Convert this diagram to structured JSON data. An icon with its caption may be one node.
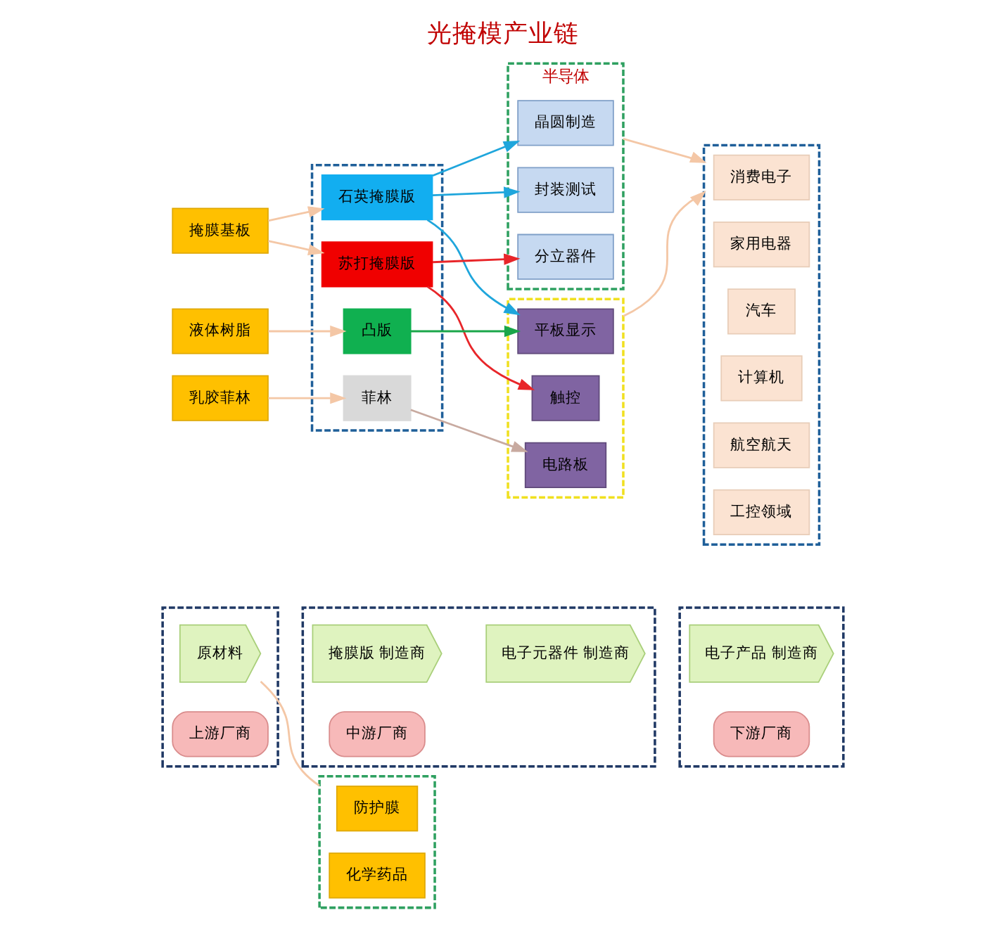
{
  "diagram": {
    "title": "光掩模产业链",
    "nodes": [
      {
        "text": [],
        "shape": "box"
      },
      {
        "text": [
          "上游厂商"
        ],
        "in": 0
      },
      {
        "text": [
          "原材料"
        ],
        "in": 0
      },
      {
        "text": [],
        "shape": "box"
      },
      {
        "text": [
          "中游厂商"
        ],
        "in": 3
      },
      {
        "text": [
          "掩膜版 制造商"
        ],
        "in": 3
      },
      {
        "text": [
          "电子元器件 制造商"
        ],
        "in": 3
      },
      {
        "text": [],
        "shape": "box"
      },
      {
        "text": [
          "下游厂商"
        ],
        "in": 7
      },
      {
        "text": [
          "电子产品 制造商"
        ],
        "in": 7
      },
      {
        "text": [],
        "shape": "box"
      },
      {
        "text": [
          "防护膜"
        ],
        "in": 10
      },
      {
        "text": [
          "化学药品"
        ],
        "in": 10
      },
      {
        "text": [
          "掩膜基板"
        ]
      },
      {
        "text": [
          "液体树脂"
        ]
      },
      {
        "text": [
          "乳胶菲林"
        ]
      },
      {
        "text": [],
        "shape": "box"
      },
      {
        "text": [
          "石英掩膜版"
        ],
        "in": 16
      },
      {
        "text": [
          "苏打掩膜版"
        ],
        "in": 16
      },
      {
        "text": [
          "凸版"
        ],
        "in": 16
      },
      {
        "text": [
          "菲林"
        ],
        "in": 16
      },
      {
        "text": [
          "半导体"
        ]
      },
      {
        "text": [
          "晶圆制造"
        ],
        "in": 21
      },
      {
        "text": [
          "封装测试"
        ],
        "in": 21
      },
      {
        "text": [
          "分立器件"
        ],
        "in": 21
      },
      {
        "text": [],
        "shape": "box"
      },
      {
        "text": [
          "平板显示"
        ],
        "in": 25
      },
      {
        "text": [
          "触控"
        ],
        "in": 25
      },
      {
        "text": [
          "电路板"
        ],
        "in": 25
      },
      {
        "text": [],
        "shape": "box"
      },
      {
        "text": [
          "消费电子"
        ],
        "in": 29
      },
      {
        "text": [
          "家用电器"
        ],
        "in": 29
      },
      {
        "text": [
          "汽车"
        ],
        "in": 29
      },
      {
        "text": [
          "计算机"
        ],
        "in": 29
      },
      {
        "text": [
          "航空航天"
        ],
        "in": 29
      },
      {
        "text": [
          "工控领域"
        ],
        "in": 29
      }
    ],
    "edges": [
      {
        "from": 2,
        "to": 10,
        "arrow": "none"
      },
      {
        "from": 13,
        "to": 17,
        "arrow": "to"
      },
      {
        "from": 13,
        "to": 18,
        "arrow": "to"
      },
      {
        "from": 14,
        "to": 19,
        "arrow": "to"
      },
      {
        "from": 15,
        "to": 20,
        "arrow": "to"
      },
      {
        "from": 17,
        "to": 22,
        "arrow": "to",
        "color": "#1fa6dc"
      },
      {
        "from": 17,
        "to": 23,
        "arrow": "to",
        "color": "#1fa6dc"
      },
      {
        "from": 17,
        "to": 26,
        "arrow": "to",
        "color": "#1fa6dc"
      },
      {
        "from": 18,
        "to": 24,
        "arrow": "to",
        "color": "#e8262a"
      },
      {
        "from": 18,
        "to": 27,
        "arrow": "to",
        "color": "#e8262a"
      },
      {
        "from": 19,
        "to": 26,
        "arrow": "to",
        "color": "#1aa64a"
      },
      {
        "from": 20,
        "to": 28,
        "arrow": "to",
        "color": "#c8aaa0"
      },
      {
        "from": 21,
        "to": 29,
        "arrow": "to"
      },
      {
        "from": 25,
        "to": 29,
        "arrow": "to"
      }
    ]
  }
}
